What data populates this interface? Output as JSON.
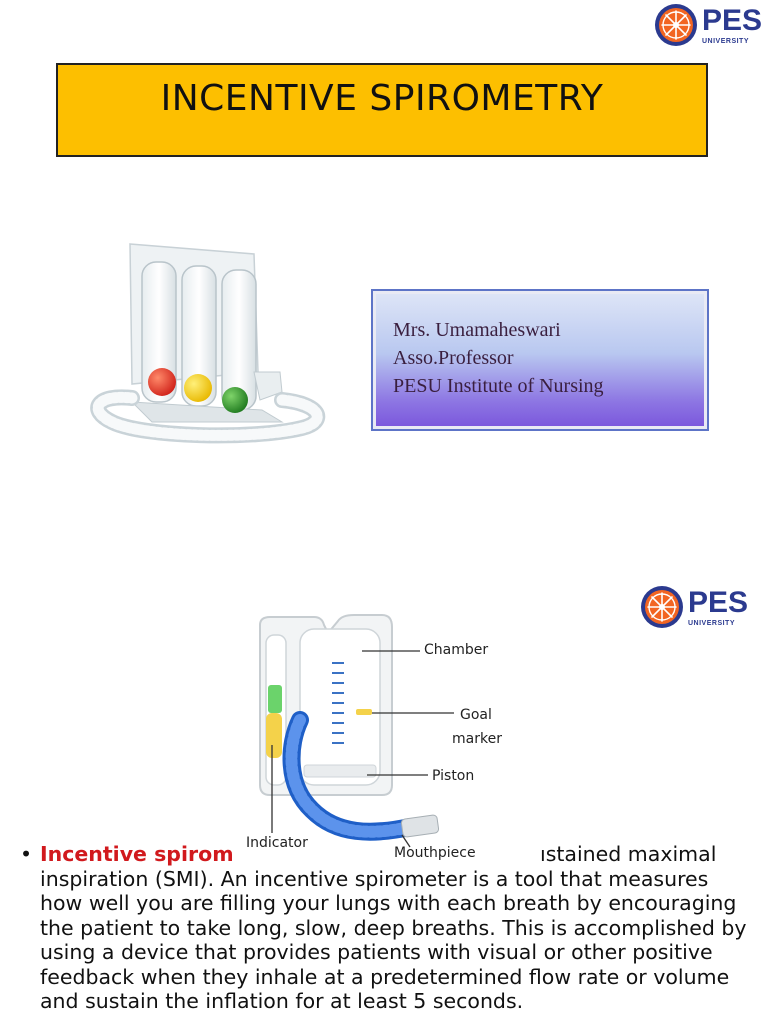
{
  "logo": {
    "name": "PES",
    "sub": "UNIVERSITY"
  },
  "title": "INCENTIVE SPIROMETRY",
  "author": {
    "name": "Mrs. Umamaheswari",
    "designation": "Asso.Professor",
    "institute": "PESU Institute of Nursing"
  },
  "diagram": {
    "labels": {
      "chamber": "Chamber",
      "goal_marker_1": "Goal",
      "goal_marker_2": "marker",
      "piston": "Piston",
      "indicator": "Indicator",
      "mouthpiece": "Mouthpiece"
    }
  },
  "body": {
    "bullet": "•",
    "highlight": "Incentive spirom",
    "visible_fragment": "ıstained maximal",
    "lines": [
      "inspiration (SMI). An incentive spirometer is a tool that measures",
      "how well you are filling your lungs with each breath by encouraging",
      "the patient to take long, slow, deep breaths. This is accomplished by",
      "using a device that provides patients with visual or other positive",
      "feedback when they inhale at a predetermined flow rate or volume",
      "and sustain the inflation for at least 5 seconds."
    ]
  },
  "colors": {
    "title_bg": "#fdbf00",
    "brand_blue": "#2b3a8f",
    "brand_orange": "#f26522",
    "highlight_red": "#d1191d"
  }
}
